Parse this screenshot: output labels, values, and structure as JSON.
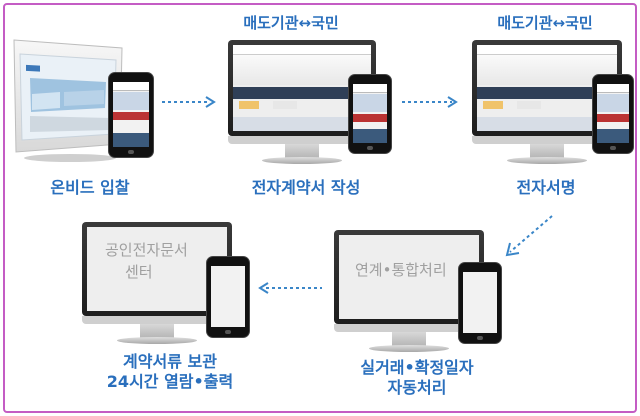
{
  "steps": {
    "onbid": {
      "label": "온비드 입찰"
    },
    "contract": {
      "label": "전자계약서 작성",
      "parties": "매도기관↔국민"
    },
    "sign": {
      "label": "전자서명",
      "parties": "매도기관↔국민"
    },
    "processing": {
      "label_line1": "실거래•확정일자",
      "label_line2": "자동처리",
      "screen_text": "연계•통합처리"
    },
    "archive": {
      "label_line1": "계약서류 보관",
      "label_line2": "24시간 열람•출력",
      "screen_text_line1": "공인전자문서",
      "screen_text_line2": "센터"
    }
  },
  "colors": {
    "label": "#2a6fbd",
    "border": "#c45cc4",
    "arrow": "#3a86c8"
  }
}
